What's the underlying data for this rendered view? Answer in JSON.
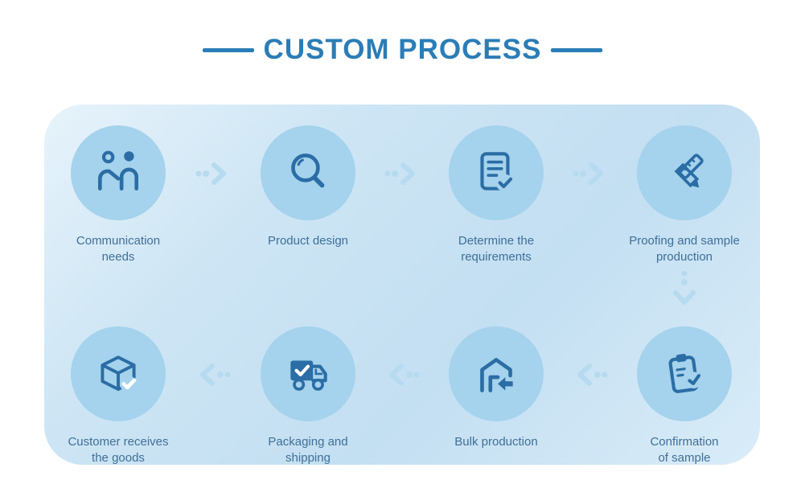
{
  "title": "CUSTOM PROCESS",
  "colors": {
    "title_accent": "#2b7db6",
    "panel_gradient_light": "#e7f3fb",
    "panel_gradient_dark": "#c3dff2",
    "step_circle": "#a5d2ec",
    "icon_stroke": "#2b6da5",
    "label_text": "#3f6f99",
    "arrow": "#b6daf0"
  },
  "process": {
    "top_row": [
      {
        "label": "Communication\nneeds",
        "icon": "two-people-icon"
      },
      {
        "label": "Product design",
        "icon": "magnifier-icon"
      },
      {
        "label": "Determine the\nrequirements",
        "icon": "document-check-icon"
      },
      {
        "label": "Proofing and sample\nproduction",
        "icon": "pencil-ruler-icon"
      }
    ],
    "bottom_row": [
      {
        "label": "Customer receives\nthe goods",
        "icon": "package-check-icon"
      },
      {
        "label": "Packaging and\nshipping",
        "icon": "delivery-truck-icon"
      },
      {
        "label": "Bulk production",
        "icon": "warehouse-arrow-icon"
      },
      {
        "label": "Confirmation\nof sample",
        "icon": "clipboard-check-icon"
      }
    ]
  }
}
